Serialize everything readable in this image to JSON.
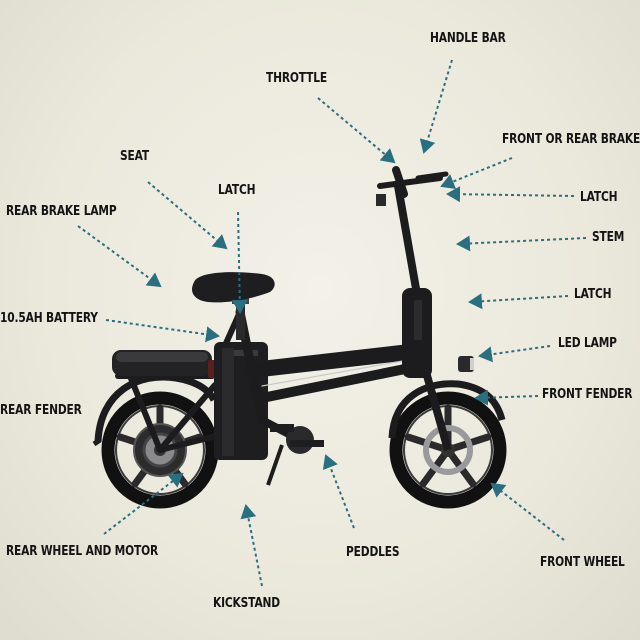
{
  "labels": {
    "handle_bar": "HANDLE BAR",
    "throttle": "THROTTLE",
    "front_or_rear_brake": "FRONT OR REAR BRAKE",
    "seat": "SEAT",
    "latch_seat": "LATCH",
    "rear_brake_lamp": "REAR BRAKE LAMP",
    "latch_handle": "LATCH",
    "stem": "STEM",
    "battery": "10.5AH BATTERY",
    "latch_fold": "LATCH",
    "led_lamp": "LED LAMP",
    "rear_fender": "REAR FENDER",
    "front_fender": "FRONT FENDER",
    "rear_wheel_and_motor": "REAR WHEEL AND MOTOR",
    "peddles": "PEDDLES",
    "front_wheel": "FRONT WHEEL",
    "kickstand": "KICKSTAND"
  },
  "colors": {
    "arrow": "#2a6f80",
    "frame": "#1c1c1e",
    "tire": "#111111",
    "label": "#141414"
  }
}
